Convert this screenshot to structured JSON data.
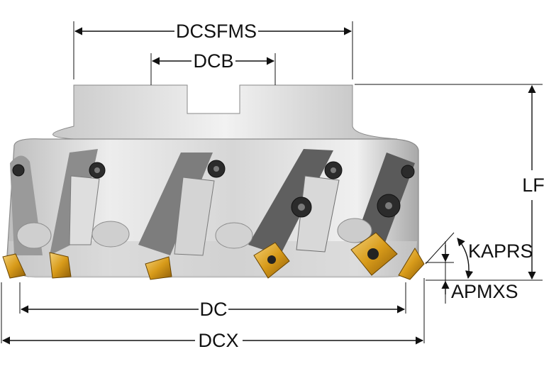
{
  "labels": {
    "dcsfms": "DCSFMS",
    "dcb": "DCB",
    "lf": "LF",
    "kaprs": "KAPRS",
    "apmxs": "APMXS",
    "dc": "DC",
    "dcx": "DCX"
  },
  "colors": {
    "line": "#111111",
    "body_light": "#e6e6e6",
    "body_mid": "#b9b9b9",
    "body_dark": "#6f6f6f",
    "insert_gold": "#d9a01e",
    "insert_dark": "#2a2a2a"
  }
}
